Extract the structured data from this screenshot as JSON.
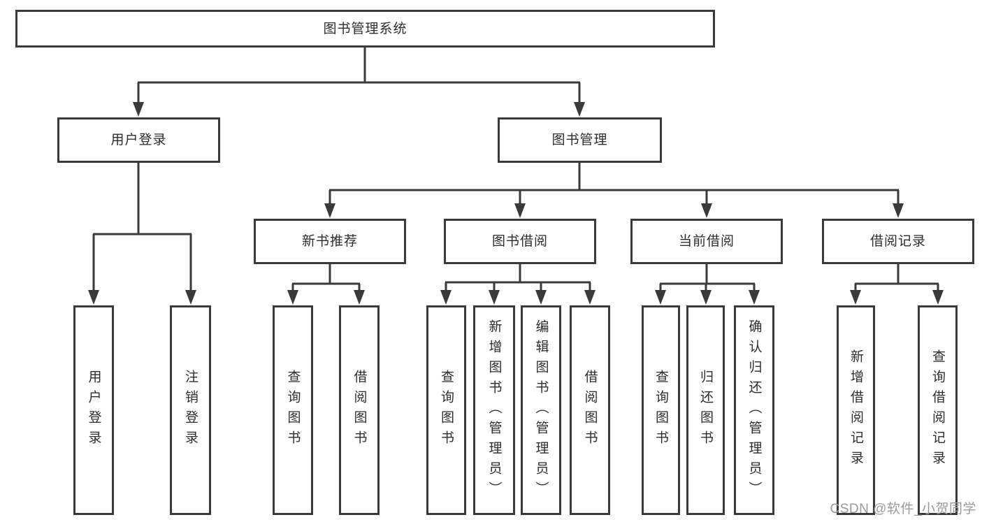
{
  "diagram": {
    "root": {
      "label": "图书管理系统"
    },
    "level2": [
      {
        "label": "用户登录"
      },
      {
        "label": "图书管理"
      }
    ],
    "level3": [
      {
        "label": "新书推荐"
      },
      {
        "label": "图书借阅"
      },
      {
        "label": "当前借阅"
      },
      {
        "label": "借阅记录"
      }
    ],
    "leaves": [
      {
        "label": "用户登录"
      },
      {
        "label": "注销登录"
      },
      {
        "label": "查询图书"
      },
      {
        "label": "借阅图书"
      },
      {
        "label": "查询图书"
      },
      {
        "label": "新增图书（管理员）"
      },
      {
        "label": "编辑图书（管理员）"
      },
      {
        "label": "借阅图书"
      },
      {
        "label": "查询图书"
      },
      {
        "label": "归还图书"
      },
      {
        "label": "确认归还（管理员）"
      },
      {
        "label": "新增借阅记录"
      },
      {
        "label": "查询借阅记录"
      }
    ],
    "watermark": "CSDN @软件_小贺同学",
    "colors": {
      "line": "#3a3a3a",
      "text": "#2d2d2d",
      "watermark_text": "#9b9b9b",
      "background": "#ffffff"
    }
  }
}
